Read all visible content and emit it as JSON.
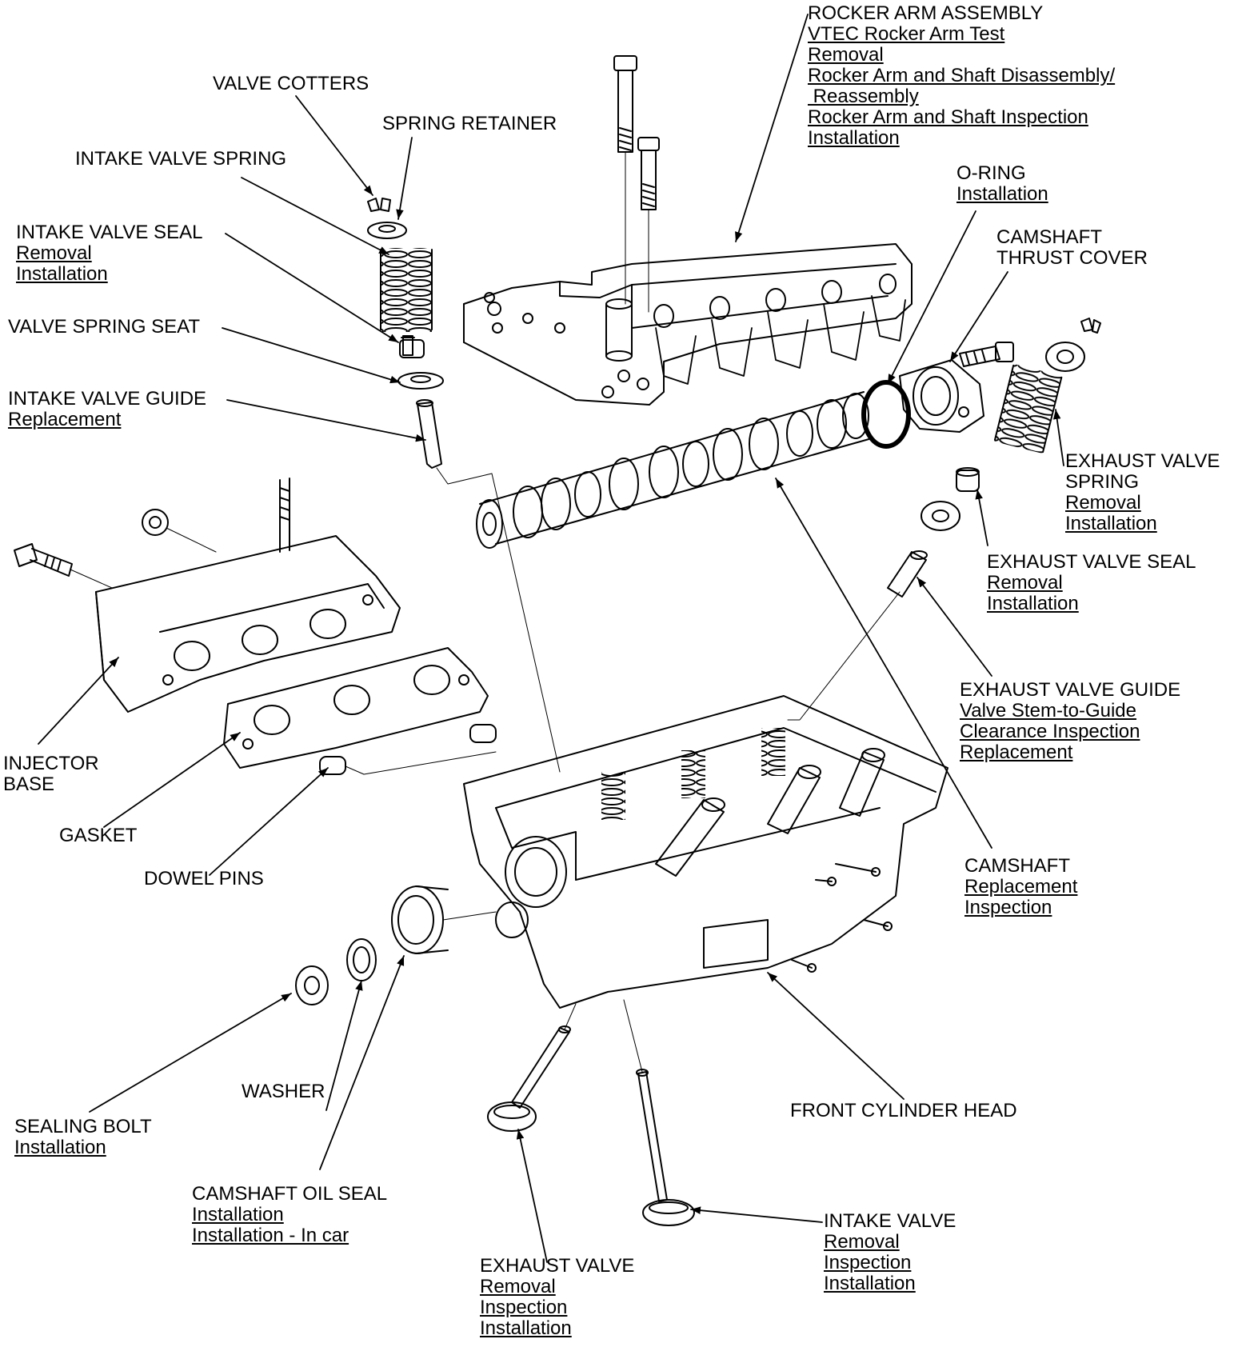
{
  "labels": {
    "rocker": {
      "title": "ROCKER ARM ASSEMBLY",
      "links": [
        "VTEC Rocker Arm Test",
        "Removal",
        "Rocker Arm and Shaft Disassembly/",
        " Reassembly",
        "Rocker Arm and Shaft Inspection",
        "Installation"
      ]
    },
    "valve_cotters": {
      "title": "VALVE COTTERS"
    },
    "spring_retainer": {
      "title": "SPRING RETAINER"
    },
    "intake_valve_spring": {
      "title": "INTAKE VALVE SPRING"
    },
    "intake_valve_seal": {
      "title": "INTAKE VALVE SEAL",
      "links": [
        "Removal",
        "Installation"
      ]
    },
    "valve_spring_seat": {
      "title": "VALVE SPRING SEAT"
    },
    "intake_valve_guide": {
      "title": "INTAKE VALVE GUIDE",
      "links": [
        "Replacement"
      ]
    },
    "o_ring": {
      "title": "O-RING",
      "links": [
        "Installation"
      ]
    },
    "camshaft_thrust_cover": {
      "title": "CAMSHAFT",
      "title2": "THRUST COVER"
    },
    "exhaust_valve_spring": {
      "title": "EXHAUST VALVE",
      "title2": "SPRING",
      "links": [
        "Removal",
        "Installation"
      ]
    },
    "exhaust_valve_seal": {
      "title": "EXHAUST VALVE SEAL",
      "links": [
        "Removal",
        "Installation"
      ]
    },
    "exhaust_valve_guide": {
      "title": "EXHAUST VALVE GUIDE",
      "links": [
        "Valve Stem-to-Guide",
        "Clearance Inspection",
        "Replacement"
      ]
    },
    "injector_base": {
      "title": "INJECTOR",
      "title2": "BASE"
    },
    "gasket": {
      "title": "GASKET"
    },
    "dowel_pins": {
      "title": "DOWEL PINS"
    },
    "camshaft": {
      "title": "CAMSHAFT",
      "links": [
        "Replacement",
        "Inspection"
      ]
    },
    "washer": {
      "title": "WASHER"
    },
    "front_cylinder_head": {
      "title": "FRONT CYLINDER HEAD"
    },
    "sealing_bolt": {
      "title": "SEALING BOLT",
      "links": [
        "Installation"
      ]
    },
    "camshaft_oil_seal": {
      "title": "CAMSHAFT OIL SEAL",
      "links": [
        "Installation",
        "Installation - In car"
      ]
    },
    "intake_valve": {
      "title": "INTAKE VALVE",
      "links": [
        "Removal",
        "Inspection",
        "Installation"
      ]
    },
    "exhaust_valve": {
      "title": "EXHAUST VALVE",
      "links": [
        "Removal",
        "Inspection",
        "Installation"
      ]
    }
  }
}
